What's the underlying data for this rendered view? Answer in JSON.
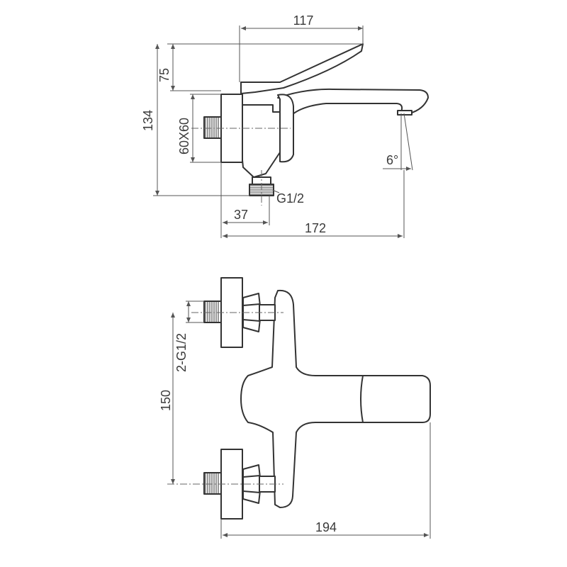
{
  "side_view": {
    "dim_width_top": "117",
    "dim_height_lever": "75",
    "dim_height_total": "134",
    "dim_flange": "60X60",
    "dim_angle": "6°",
    "dim_inlet_thread": "G1/2",
    "dim_inlet_offset": "37",
    "dim_reach": "172"
  },
  "top_view": {
    "dim_inlet_thread": "2-G1/2",
    "dim_inlet_spacing": "150",
    "dim_overall_width": "194"
  },
  "colors": {
    "line": "#333333",
    "dimension": "#555555",
    "background": "#ffffff"
  }
}
